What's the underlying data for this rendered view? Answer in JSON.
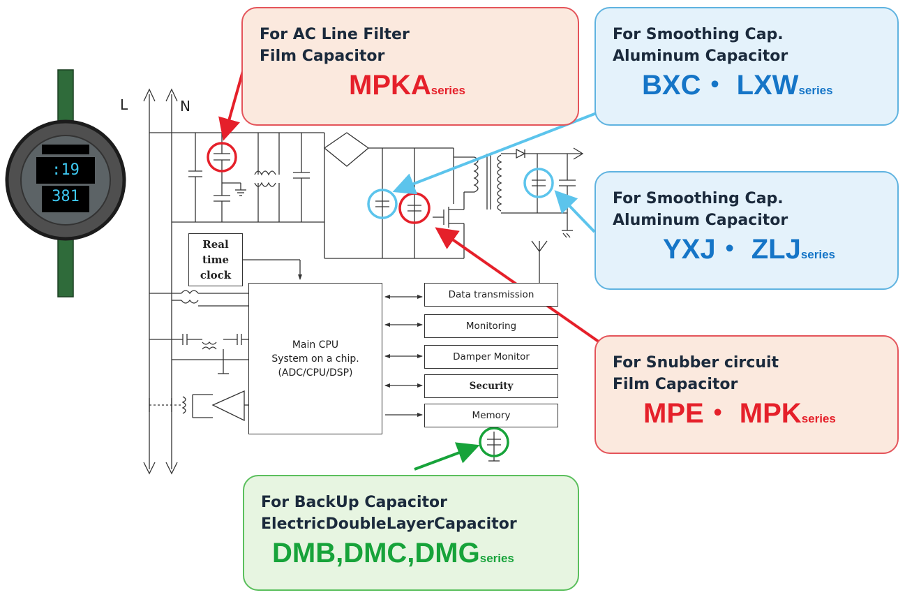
{
  "meter": {
    "display": ":19 381"
  },
  "lines": {
    "l": "L",
    "n": "N"
  },
  "blocks": {
    "rtc": [
      "Real",
      "time",
      "clock"
    ],
    "cpu": [
      "Main CPU",
      "System on a chip.",
      "(ADC/CPU/DSP)"
    ],
    "peripherals": [
      "Data transmission",
      "Monitoring",
      "Damper Monitor",
      "Security",
      "Memory"
    ]
  },
  "callouts": [
    {
      "id": "ac-filter",
      "line1": "For AC Line Filter",
      "line2": "Film Capacitor",
      "series": "MPKA",
      "suffix": "series",
      "color": "#e5202a"
    },
    {
      "id": "smooth-1",
      "line1": "For Smoothing Cap.",
      "line2": "Aluminum Capacitor",
      "series": "BXC・ LXW",
      "suffix": "series",
      "color": "#1575c7"
    },
    {
      "id": "smooth-2",
      "line1": "For Smoothing Cap.",
      "line2": "Aluminum Capacitor",
      "series": "YXJ・ ZLJ",
      "suffix": "series",
      "color": "#1575c7"
    },
    {
      "id": "snubber",
      "line1": "For Snubber circuit",
      "line2": "Film Capacitor",
      "series": "MPE・ MPK",
      "suffix": "series",
      "color": "#e5202a"
    },
    {
      "id": "backup",
      "line1": "For BackUp Capacitor",
      "line2": "ElectricDoubleLayerCapacitor",
      "series": "DMB,DMC,DMG",
      "suffix": "series",
      "color": "#17a33a"
    }
  ],
  "colors": {
    "red": "#e5202a",
    "blue": "#1575c7",
    "green": "#17a33a",
    "arrow_blue": "#5cc4ec"
  }
}
